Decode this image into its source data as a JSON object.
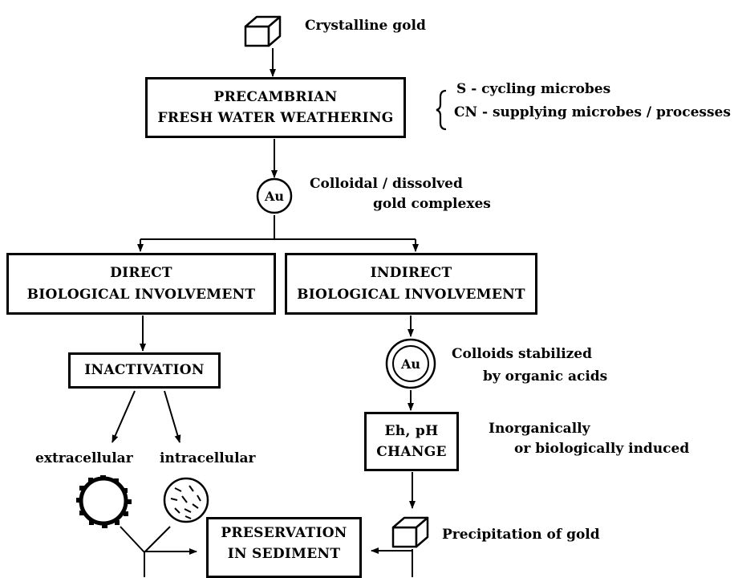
{
  "labels": {
    "crystalline": "Crystalline gold",
    "s_cycling": "S - cycling microbes",
    "cn_supplying": "CN - supplying microbes / processes",
    "colloidal_1": "Colloidal / dissolved",
    "colloidal_2": "gold complexes",
    "stabilized_1": "Colloids stabilized",
    "stabilized_2": "by organic acids",
    "induced_1": "Inorganically",
    "induced_2": "or biologically induced",
    "extracellular": "extracellular",
    "intracellular": "intracellular",
    "precipitation": "Precipitation of gold"
  },
  "boxes": {
    "precambrian": [
      "PRECAMBRIAN",
      "FRESH WATER WEATHERING"
    ],
    "direct": [
      "DIRECT",
      "BIOLOGICAL INVOLVEMENT"
    ],
    "indirect": [
      "INDIRECT",
      "BIOLOGICAL INVOLVEMENT"
    ],
    "inactivation": [
      "INACTIVATION"
    ],
    "ehph": [
      "Eh, pH",
      "CHANGE"
    ],
    "preservation": [
      "PRESERVATION",
      "IN SEDIMENT"
    ]
  },
  "symbols": {
    "au_1": "Au",
    "au_2": "Au"
  }
}
